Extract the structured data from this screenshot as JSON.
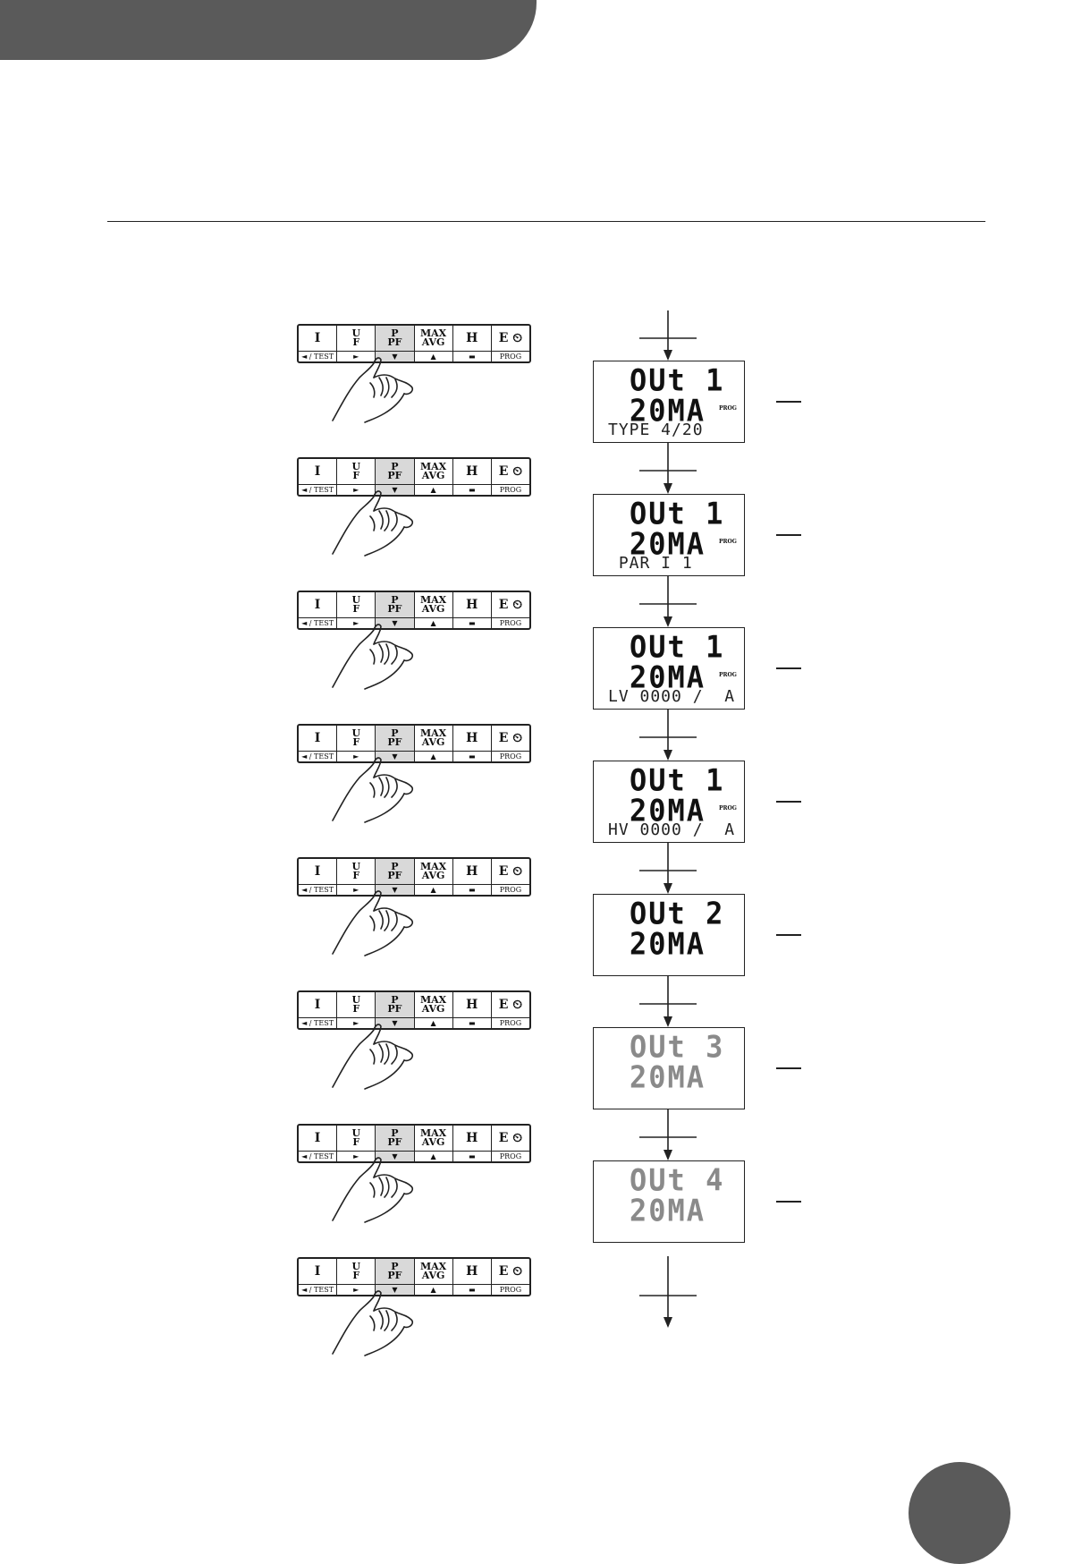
{
  "keypad": {
    "keys": [
      {
        "main": "I",
        "sub": "◄ / TEST",
        "pressed": false
      },
      {
        "main": "U\nF",
        "sub": "►",
        "pressed": false
      },
      {
        "main": "P\nPF",
        "sub": "▼",
        "pressed": true
      },
      {
        "main": "MAX\nAVG",
        "sub": "▲",
        "pressed": false
      },
      {
        "main": "H",
        "sub": "▬",
        "pressed": false
      },
      {
        "main": "E ⏲",
        "sub": "PROG",
        "pressed": false
      }
    ]
  },
  "prog_indicator": "PROG",
  "screens": [
    {
      "line1": "OUt 1",
      "line2": "20MA",
      "bottom": "TYPE 4/20",
      "prog": true,
      "faded": false
    },
    {
      "line1": "OUt 1",
      "line2": "20MA",
      "bottom": " PAR I 1",
      "prog": true,
      "faded": false
    },
    {
      "line1": "OUt 1",
      "line2": "20MA",
      "bottom": "LV 0000 /  A",
      "prog": true,
      "faded": false
    },
    {
      "line1": "OUt 1",
      "line2": "20MA",
      "bottom": "HV 0000 /  A",
      "prog": true,
      "faded": false
    },
    {
      "line1": "OUt 2",
      "line2": "20MA",
      "bottom": "",
      "prog": false,
      "faded": false
    },
    {
      "line1": "OUt 3",
      "line2": "20MA",
      "bottom": "",
      "prog": false,
      "faded": true
    },
    {
      "line1": "OUt 4",
      "line2": "20MA",
      "bottom": "",
      "prog": false,
      "faded": true
    }
  ],
  "colors": {
    "tab": "#5a5a5a",
    "pressed_key": "#d9d9d9",
    "faded_lcd": "#8a8a8a"
  }
}
